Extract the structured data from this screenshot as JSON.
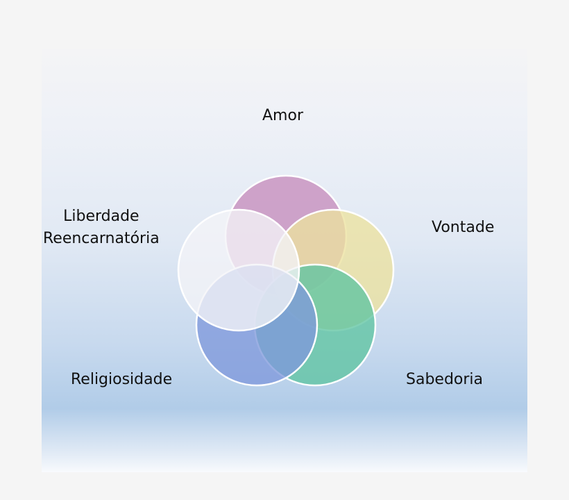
{
  "diagram": {
    "labels": {
      "amor": "Amor",
      "vontade": "Vontade",
      "sabedoria": "Sabedoria",
      "religiosidade": "Religiosidade",
      "liberdade_line1": "Liberdade",
      "liberdade_line2": "Reencarnatória"
    },
    "colors": {
      "amor": "#c68dbd",
      "vontade": "#ece29f",
      "sabedoria": "#5fc4a2",
      "religiosidade": "#7f99db",
      "liberdade": "#f3f3f7",
      "outline": "#ffffff"
    }
  }
}
